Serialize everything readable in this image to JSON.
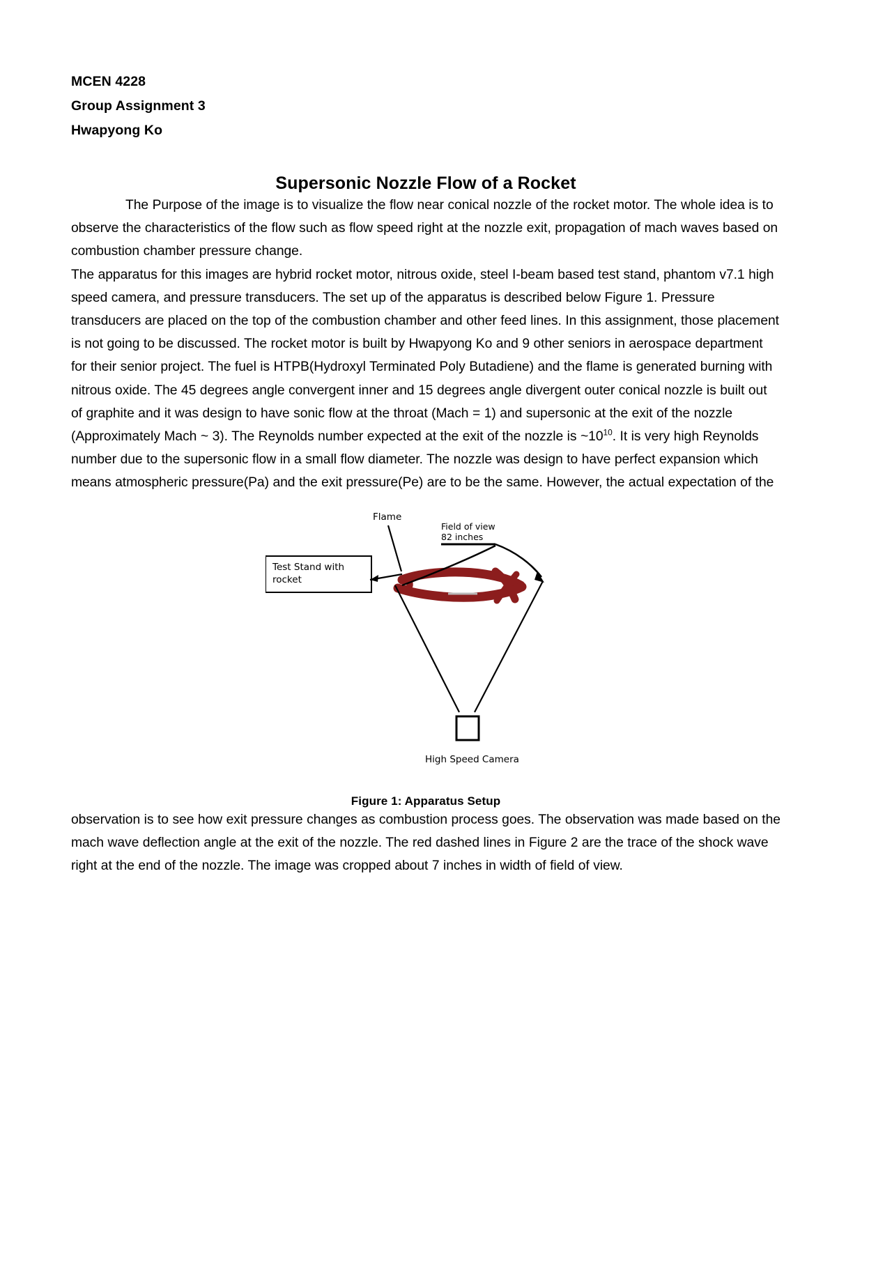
{
  "header": {
    "course": "MCEN 4228",
    "assignment": "Group Assignment 3",
    "author": "Hwapyong Ko"
  },
  "title": "Supersonic Nozzle Flow of a Rocket",
  "paragraphs": {
    "intro": "The Purpose of the image is to visualize the flow near conical nozzle of the rocket motor. The whole idea is to observe the characteristics of the flow such as flow speed right at the nozzle exit, propagation of mach waves based on combustion chamber pressure change.",
    "apparatus_part1": "The apparatus for this images are hybrid rocket motor, nitrous oxide, steel I-beam based test stand, phantom v7.1 high speed camera, and pressure transducers. The set up of the apparatus is described below Figure 1. Pressure transducers are placed on the top of the combustion chamber and other feed lines. In this assignment, those placement is not going to be discussed. The rocket motor is built by Hwapyong Ko and 9 other seniors in aerospace department for their senior project. The fuel is HTPB(Hydroxyl Terminated Poly Butadiene) and the flame is generated burning with nitrous oxide. The 45 degrees angle convergent inner and 15 degrees angle divergent outer conical nozzle is built out of graphite and it was design to have sonic flow at the throat (Mach = 1) and supersonic at the exit of the nozzle (Approximately Mach ~ 3). The Reynolds number expected at the exit of the nozzle is ~10",
    "apparatus_exponent": "10",
    "apparatus_part2": ". It is very high Reynolds number due to the supersonic flow in a small flow diameter. The nozzle was design to have perfect expansion which means atmospheric pressure(Pa) and the exit pressure(Pe) are to be the same. However, the actual expectation of the",
    "closing": "observation is to see how exit pressure changes as combustion process goes. The observation was made based on the mach wave deflection angle at the exit of the nozzle. The red dashed lines in Figure 2 are the trace of the shock wave right at the end of the nozzle. The image was cropped about 7 inches in width of field of view."
  },
  "figure": {
    "caption": "Figure 1: Apparatus Setup",
    "labels": {
      "flame": "Flame",
      "field_of_view_line1": "Field of view",
      "field_of_view_line2": "82 inches",
      "test_stand_line1": "Test Stand with",
      "test_stand_line2": "rocket",
      "camera": "High Speed Camera"
    },
    "colors": {
      "flame": "#8c1d1d",
      "lines": "#000000"
    }
  }
}
